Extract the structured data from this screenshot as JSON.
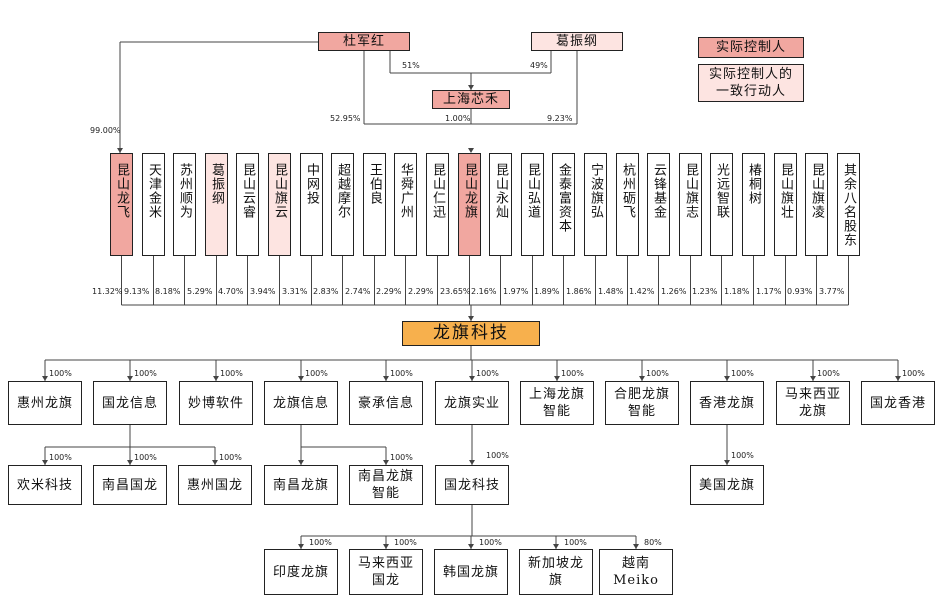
{
  "legend": {
    "controller": "实际控制人",
    "acting_line1": "实际控制人的",
    "acting_line2": "一致行动人"
  },
  "top": {
    "du": "杜军红",
    "ge": "葛振纲",
    "xinhe": "上海芯禾",
    "p_du_xinhe": "51%",
    "p_ge_xinhe": "49%",
    "p_du_kunshan": "99.00%",
    "p_du_main": "52.95%",
    "p_xinhe_main": "1.00%",
    "p_ge_main": "9.23%"
  },
  "shareholders": [
    {
      "name": "昆山龙飞",
      "pct": "11.32%",
      "type": "ctrl"
    },
    {
      "name": "天津金米",
      "pct": "9.13%",
      "type": ""
    },
    {
      "name": "苏州顺为",
      "pct": "8.18%",
      "type": ""
    },
    {
      "name": "葛振纲",
      "pct": "5.29%",
      "type": "acting"
    },
    {
      "name": "昆山云睿",
      "pct": "4.70%",
      "type": ""
    },
    {
      "name": "昆山旗云",
      "pct": "3.94%",
      "type": "acting"
    },
    {
      "name": "中网投",
      "pct": "3.31%",
      "type": ""
    },
    {
      "name": "超越摩尔",
      "pct": "2.83%",
      "type": ""
    },
    {
      "name": "王伯良",
      "pct": "2.74%",
      "type": ""
    },
    {
      "name": "华舜广州",
      "pct": "2.29%",
      "type": ""
    },
    {
      "name": "昆山仁迅",
      "pct": "2.29%",
      "type": ""
    },
    {
      "name": "昆山龙旗",
      "pct": "23.65%",
      "type": "ctrl"
    },
    {
      "name": "昆山永灿",
      "pct": "2.16%",
      "type": ""
    },
    {
      "name": "昆山弘道",
      "pct": "1.97%",
      "type": ""
    },
    {
      "name": "金泰富资本",
      "pct": "1.89%",
      "type": ""
    },
    {
      "name": "宁波旗弘",
      "pct": "1.86%",
      "type": ""
    },
    {
      "name": "杭州砺飞",
      "pct": "1.48%",
      "type": ""
    },
    {
      "name": "云锋基金",
      "pct": "1.42%",
      "type": ""
    },
    {
      "name": "昆山旗志",
      "pct": "1.26%",
      "type": ""
    },
    {
      "name": "光远智联",
      "pct": "1.23%",
      "type": ""
    },
    {
      "name": "椿桐树",
      "pct": "1.18%",
      "type": ""
    },
    {
      "name": "昆山旗壮",
      "pct": "1.17%",
      "type": ""
    },
    {
      "name": "昆山旗凌",
      "pct": "0.93%",
      "type": ""
    },
    {
      "name": "其余八名股东",
      "pct": "3.77%",
      "type": ""
    }
  ],
  "company": "龙旗科技",
  "subs": [
    {
      "name": "惠州龙旗",
      "pct": "100%"
    },
    {
      "name": "国龙信息",
      "pct": "100%"
    },
    {
      "name": "妙博软件",
      "pct": "100%"
    },
    {
      "name": "龙旗信息",
      "pct": "100%"
    },
    {
      "name": "豪承信息",
      "pct": "100%"
    },
    {
      "name": "龙旗实业",
      "pct": "100%"
    },
    {
      "name": "上海龙旗",
      "name2": "智能",
      "pct": "100%"
    },
    {
      "name": "合肥龙旗",
      "name2": "智能",
      "pct": "100%"
    },
    {
      "name": "香港龙旗",
      "pct": "100%"
    },
    {
      "name": "马来西亚",
      "name2": "龙旗",
      "pct": "100%"
    },
    {
      "name": "国龙香港",
      "pct": "100%"
    }
  ],
  "guolong_subs": [
    {
      "name": "欢米科技",
      "pct": "100%"
    },
    {
      "name": "南昌国龙",
      "pct": "100%"
    },
    {
      "name": "惠州国龙",
      "pct": "100%"
    }
  ],
  "longqi_info_subs": [
    {
      "name": "南昌龙旗",
      "pct": ""
    },
    {
      "name": "南昌龙旗",
      "name2": "智能",
      "pct": "100%"
    }
  ],
  "hk_sub": {
    "name": "美国龙旗",
    "pct": "100%"
  },
  "industry_sub": {
    "name": "国龙科技",
    "pct": "100%"
  },
  "tech_subs": [
    {
      "name": "印度龙旗",
      "pct": "100%"
    },
    {
      "name": "马来西亚",
      "name2": "国龙",
      "pct": "100%"
    },
    {
      "name": "韩国龙旗",
      "pct": "100%"
    },
    {
      "name": "新加坡龙",
      "name2": "旗",
      "pct": "100%"
    },
    {
      "name": "越南",
      "name2": "Meiko",
      "pct": "80%"
    }
  ]
}
